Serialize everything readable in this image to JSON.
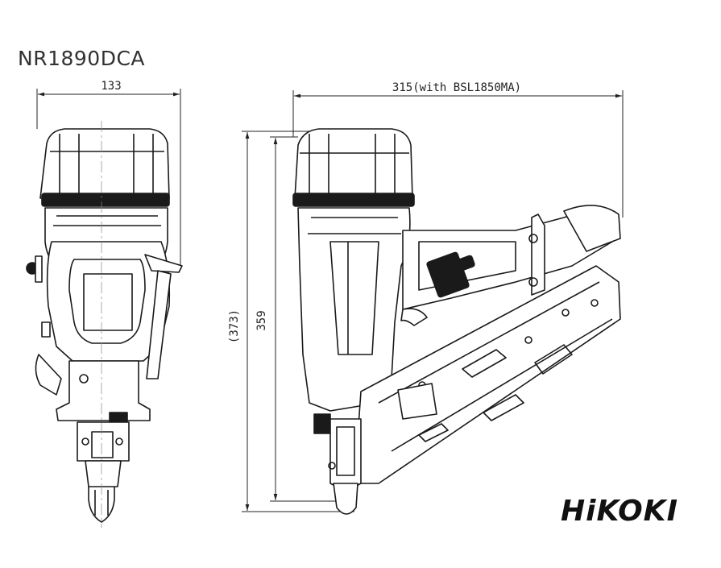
{
  "drawing": {
    "model": "NR1890DCA",
    "dimensions": {
      "front_width": "133",
      "side_length": "315(with BSL1850MA)",
      "height": "359",
      "height_overall": "(373)"
    },
    "brand": "HiKOKI"
  }
}
